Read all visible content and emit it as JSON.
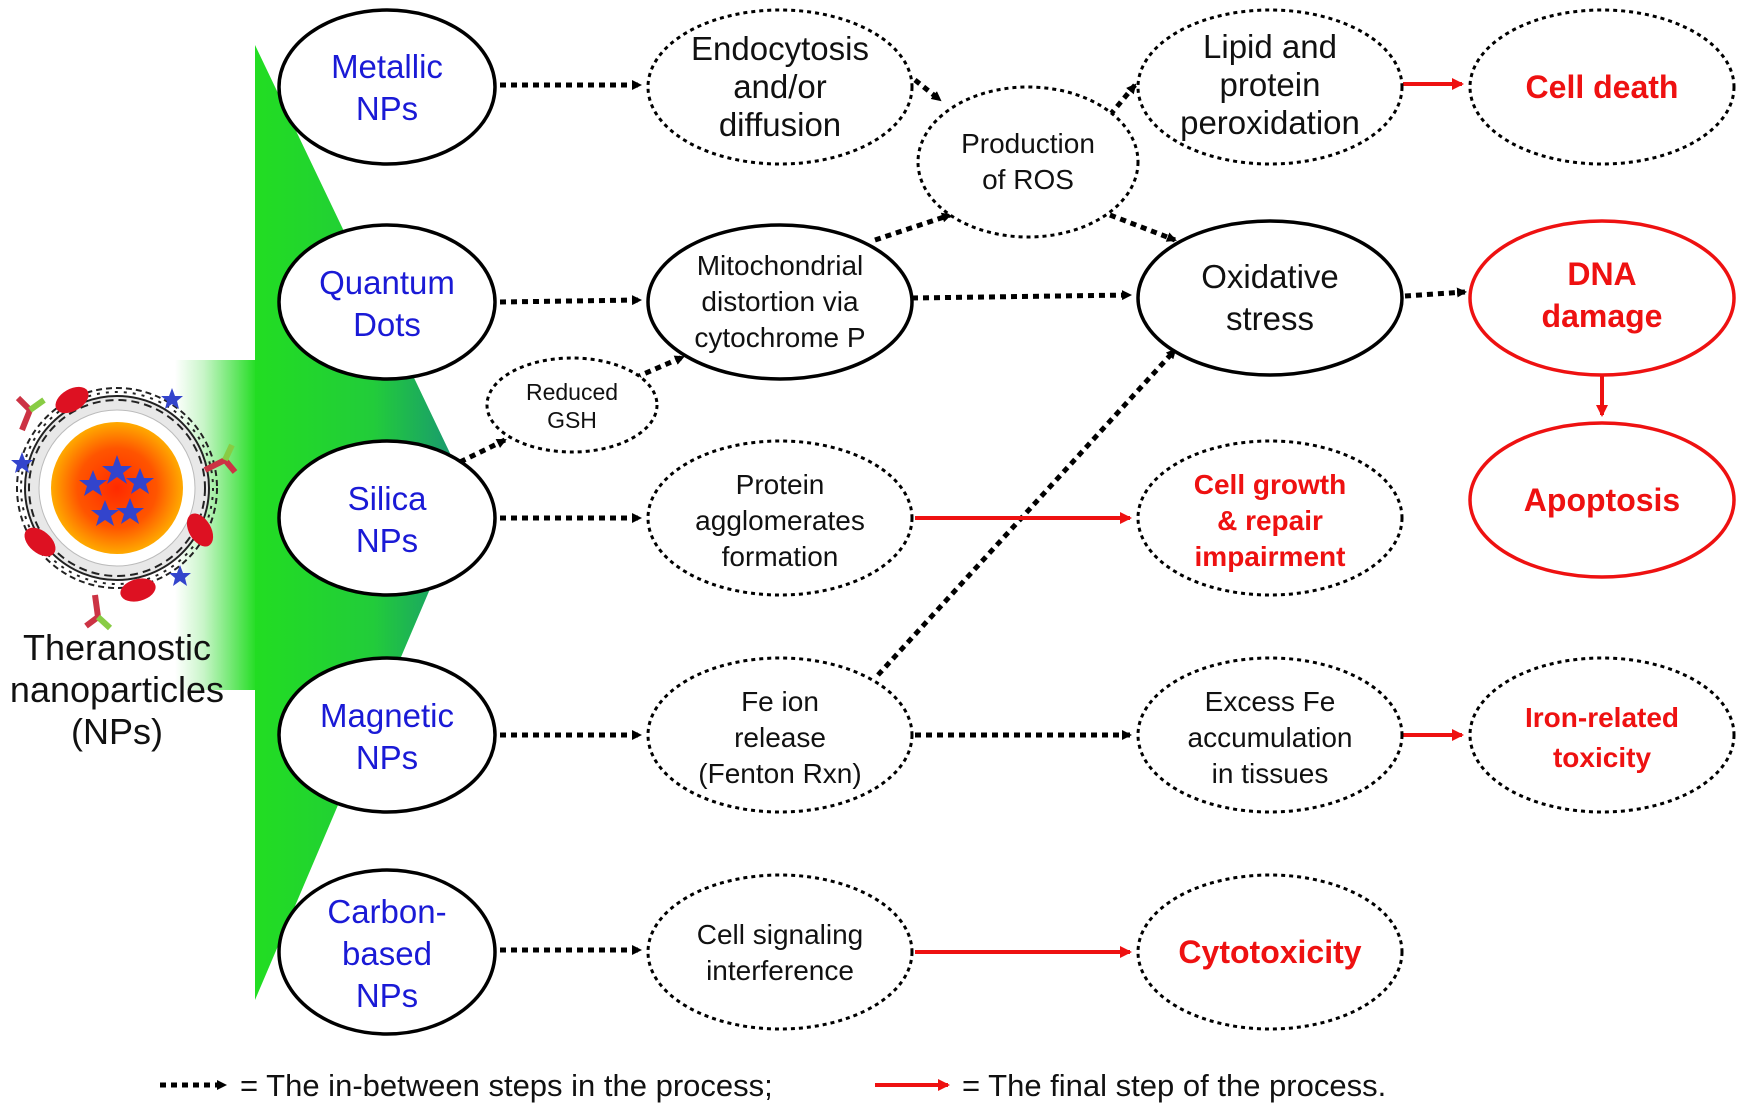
{
  "source": {
    "lines": [
      "Theranostic",
      "nanoparticles",
      "(NPs)"
    ]
  },
  "nanoparticle_types": [
    {
      "id": "metallic",
      "lines": [
        "Metallic",
        "NPs"
      ]
    },
    {
      "id": "quantum",
      "lines": [
        "Quantum",
        "Dots"
      ]
    },
    {
      "id": "silica",
      "lines": [
        "Silica",
        "NPs"
      ]
    },
    {
      "id": "magnetic",
      "lines": [
        "Magnetic",
        "NPs"
      ]
    },
    {
      "id": "carbon",
      "lines": [
        "Carbon-",
        "based",
        "NPs"
      ]
    }
  ],
  "mechanisms": [
    {
      "id": "endocytosis",
      "lines": [
        "Endocytosis",
        "and/or",
        "diffusion"
      ]
    },
    {
      "id": "mitochondrial",
      "lines": [
        "Mitochondrial",
        "distortion via",
        "cytochrome P"
      ]
    },
    {
      "id": "gsh",
      "lines": [
        "Reduced",
        "GSH"
      ]
    },
    {
      "id": "protein_agg",
      "lines": [
        "Protein",
        "agglomerates",
        "formation"
      ]
    },
    {
      "id": "fe_release",
      "lines": [
        "Fe ion",
        "release",
        "(Fenton Rxn)"
      ]
    },
    {
      "id": "signaling",
      "lines": [
        "Cell signaling",
        "interference"
      ]
    },
    {
      "id": "ros",
      "lines": [
        "Production",
        "of ROS"
      ]
    },
    {
      "id": "lipid",
      "lines": [
        "Lipid and",
        "protein",
        "peroxidation"
      ]
    },
    {
      "id": "oxidative",
      "lines": [
        "Oxidative",
        "stress"
      ]
    },
    {
      "id": "excess_fe",
      "lines": [
        "Excess Fe",
        "accumulation",
        "in tissues"
      ]
    }
  ],
  "outcomes": [
    {
      "id": "cell_death",
      "lines": [
        "Cell death"
      ]
    },
    {
      "id": "dna",
      "lines": [
        "DNA",
        "damage"
      ]
    },
    {
      "id": "apoptosis",
      "lines": [
        "Apoptosis"
      ]
    },
    {
      "id": "growth",
      "lines": [
        "Cell growth",
        "& repair",
        "impairment"
      ]
    },
    {
      "id": "iron",
      "lines": [
        "Iron-related",
        "toxicity"
      ]
    },
    {
      "id": "cytotoxicity",
      "lines": [
        "Cytotoxicity"
      ]
    }
  ],
  "legend": {
    "intermediate": "= The in-between steps in the process;",
    "final": "= The final step of the process."
  },
  "colors": {
    "np_text": "#1a1ad6",
    "final_red": "#ee1111",
    "wedge_green": "#22dd22",
    "wedge_teal": "#1a9a7a"
  }
}
